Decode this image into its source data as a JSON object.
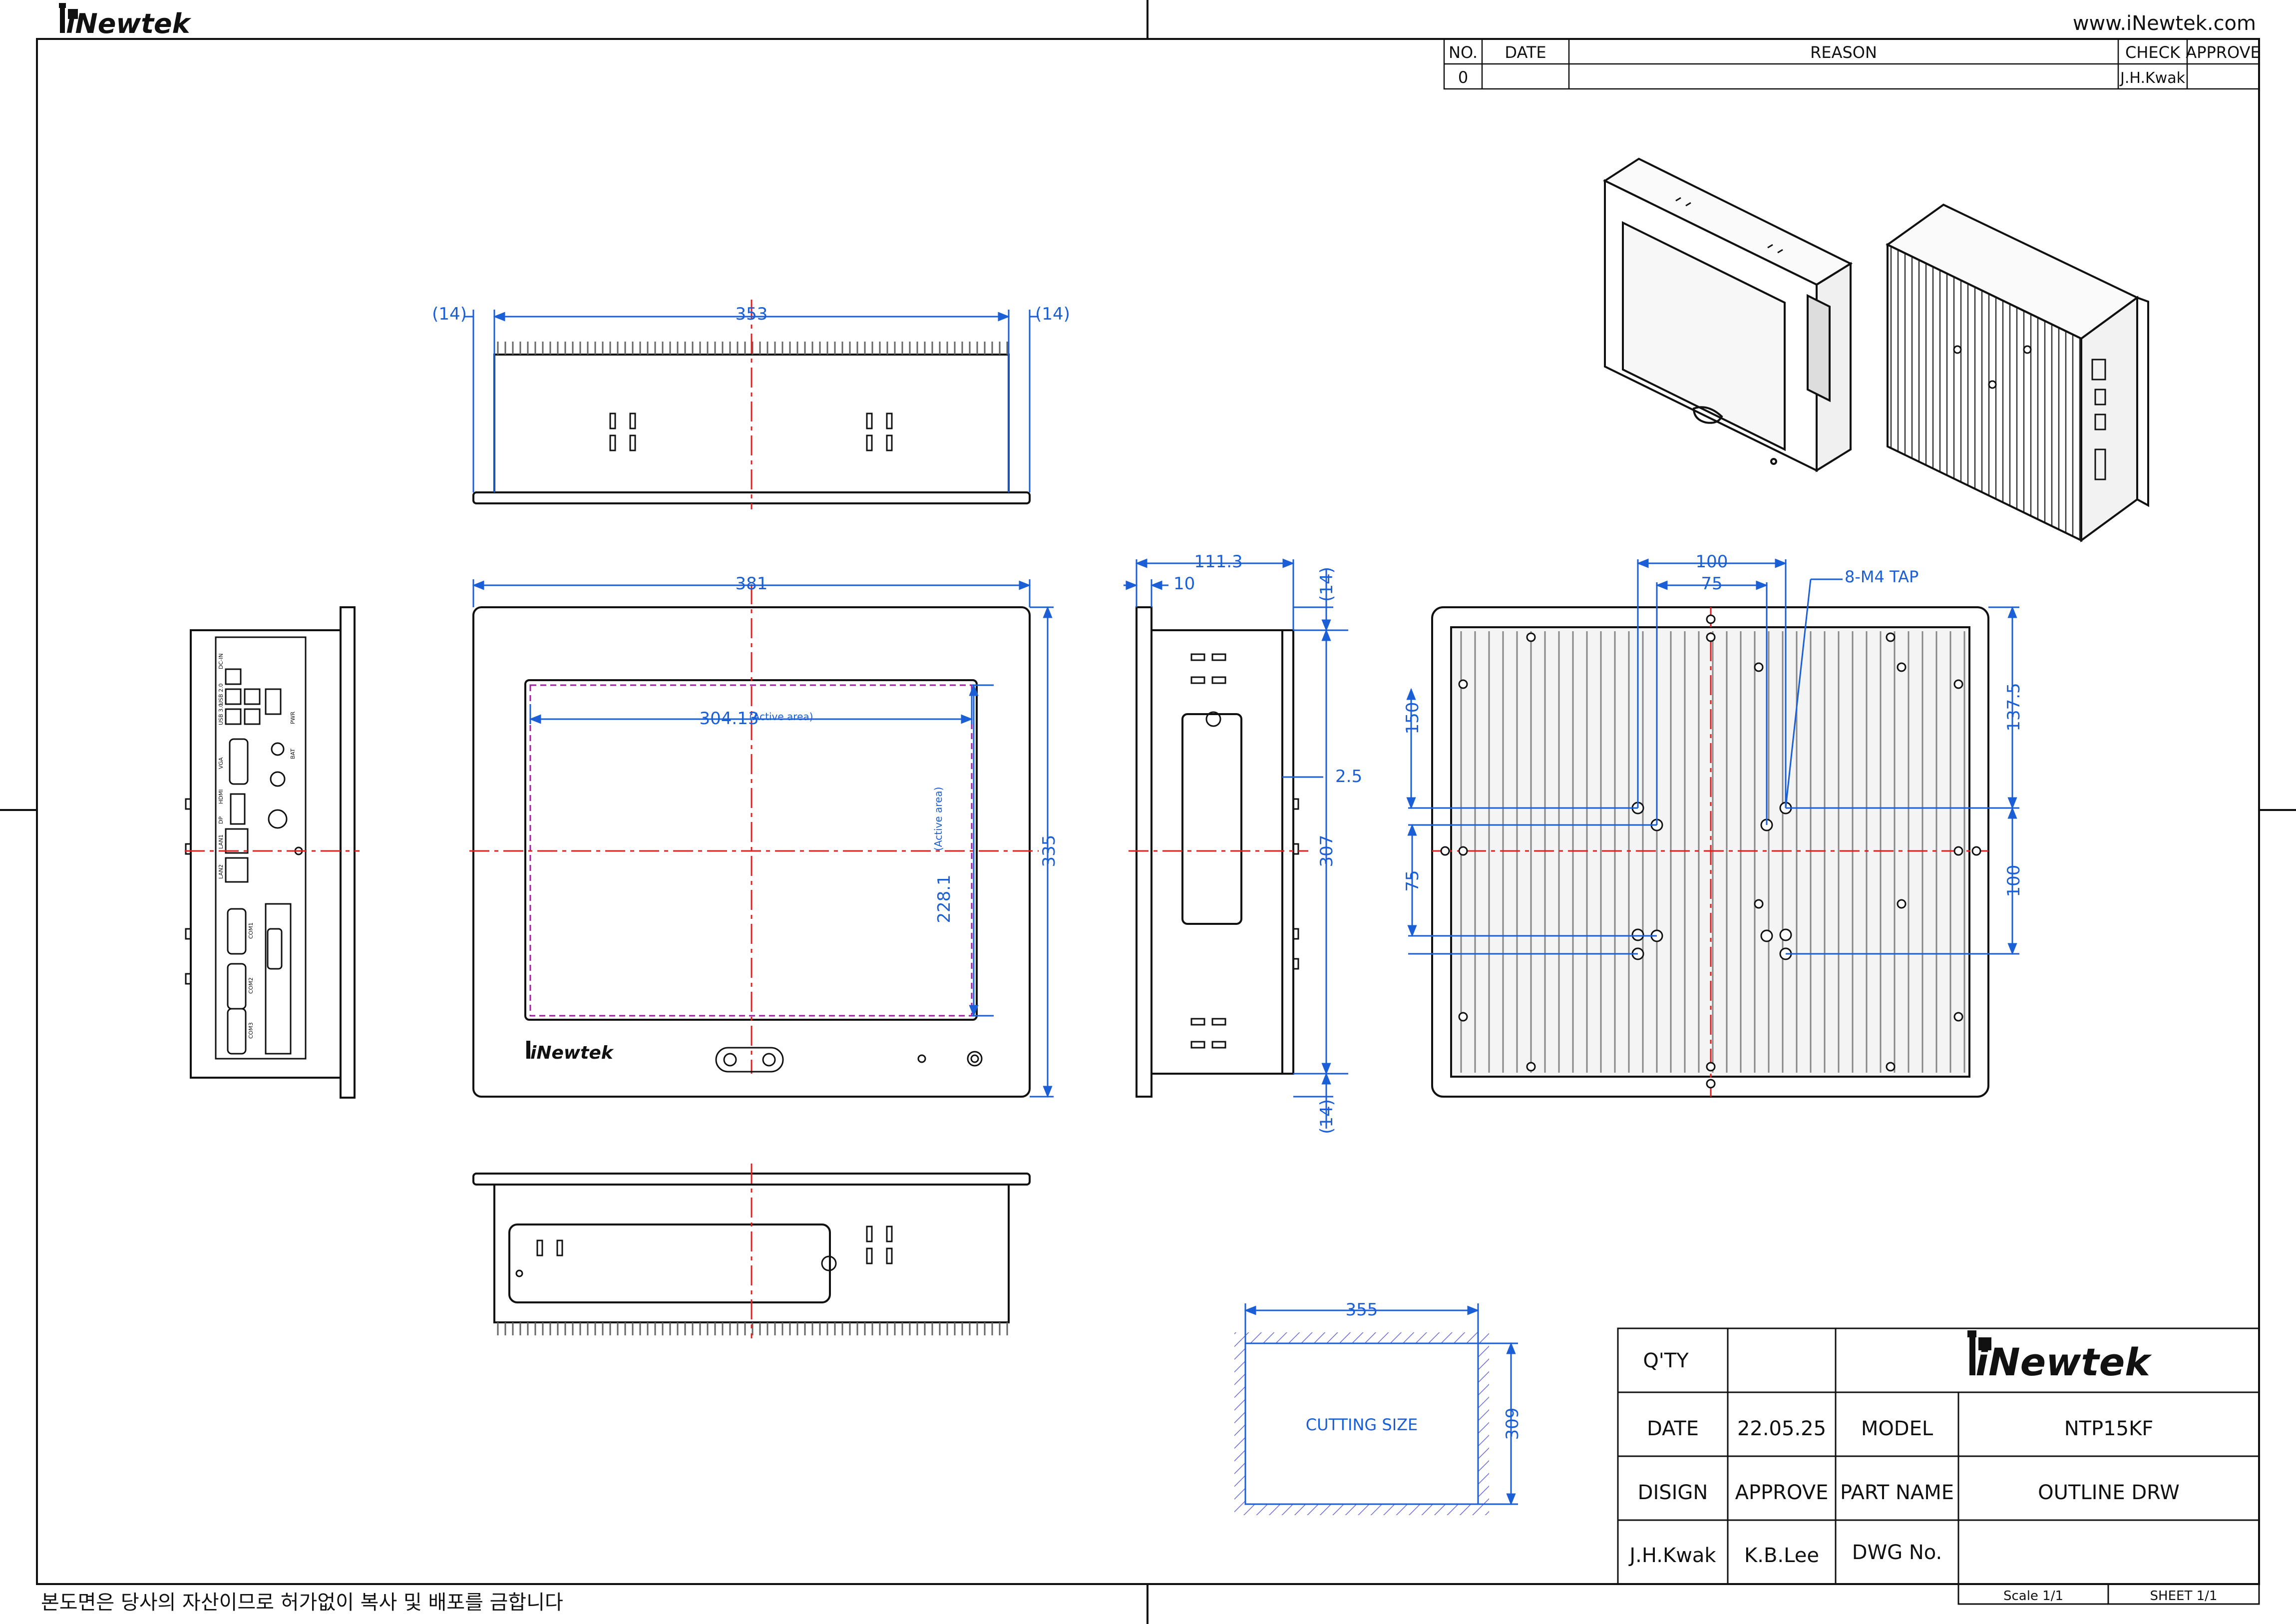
{
  "header": {
    "logo_text": "iNewtek",
    "website": "www.iNewtek.com"
  },
  "revision_table": {
    "headers": [
      "NO.",
      "DATE",
      "REASON",
      "CHECK",
      "APPROVE"
    ],
    "rows": [
      [
        "0",
        "",
        "",
        "J.H.Kwak",
        ""
      ]
    ]
  },
  "dimensions": {
    "top_left_margin": "(14)",
    "top_width": "353",
    "top_right_margin": "(14)",
    "front_width": "381",
    "active_width": "304.13",
    "active_width_note": "(Active area)",
    "active_height": "228.1",
    "active_height_note": "(Active area)",
    "front_height": "335",
    "side_depth": "111.3",
    "side_front": "10",
    "side_top_margin": "(14)",
    "side_step": "2.5",
    "side_height": "307",
    "side_bottom_margin": "(14)",
    "rear_outer_x": "100",
    "rear_inner_x": "75",
    "tap_note": "8-M4 TAP",
    "rear_outer_y": "150",
    "rear_inner_y": "75",
    "rear_right_upper": "137.5",
    "rear_right_lower": "100",
    "cut_width": "355",
    "cut_height": "309",
    "cut_label": "CUTTING SIZE"
  },
  "port_labels": [
    "DC-IN",
    "USB 2.0",
    "USB 3.0",
    "VGA",
    "HDMI",
    "DP",
    "LAN1",
    "LAN2",
    "COM1",
    "COM2",
    "COM3",
    "PWR",
    "BAT"
  ],
  "title_block": {
    "qty_label": "Q'TY",
    "qty_value": "",
    "logo_text": "iNewtek",
    "date_label": "DATE",
    "date_value": "22.05.25",
    "model_label": "MODEL",
    "model_value": "NTP15KF",
    "design_label": "DISIGN",
    "approve_label": "APPROVE",
    "part_name_label": "PART NAME",
    "part_name_value": "OUTLINE DRW",
    "designer": "J.H.Kwak",
    "approver": "K.B.Lee",
    "dwg_label": "DWG No.",
    "dwg_value": "",
    "scale": "Scale  1/1",
    "sheet": "SHEET  1/1"
  },
  "footer_note": "본도면은 당사의 자산이므로 허가없이 복사 및 배포를 금합니다",
  "colors": {
    "dimension": "#1a5fd6",
    "centerline": "#e02020",
    "active_area": "#a020a0",
    "line": "#111111"
  }
}
